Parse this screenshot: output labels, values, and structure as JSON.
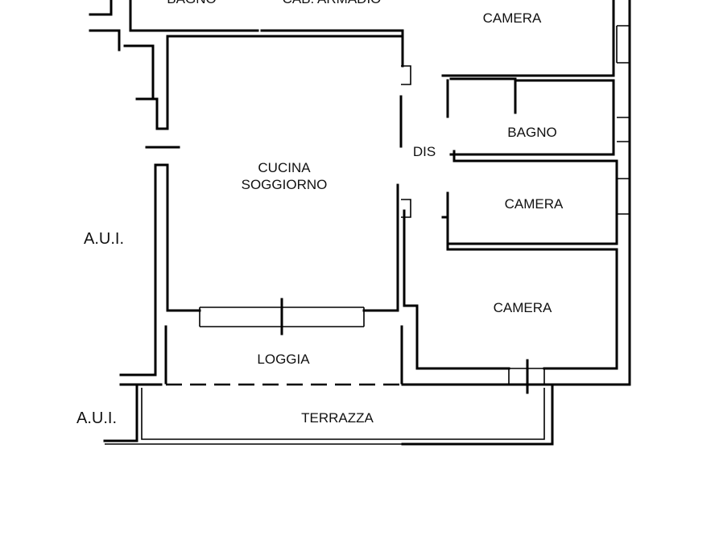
{
  "rooms": {
    "bagno_top": "BAGNO",
    "cab_armadio": "CAB. ARMADIO",
    "camera_top": "CAMERA",
    "bagno": "BAGNO",
    "dis": "DIS",
    "cucina_line1": "CUCINA",
    "cucina_line2": "SOGGIORNO",
    "camera_mid": "CAMERA",
    "camera_low": "CAMERA",
    "loggia": "LOGGIA",
    "terrazza": "TERRAZZA"
  },
  "neighbours": {
    "aui_upper": "A.U.I.",
    "aui_lower": "A.U.I."
  }
}
